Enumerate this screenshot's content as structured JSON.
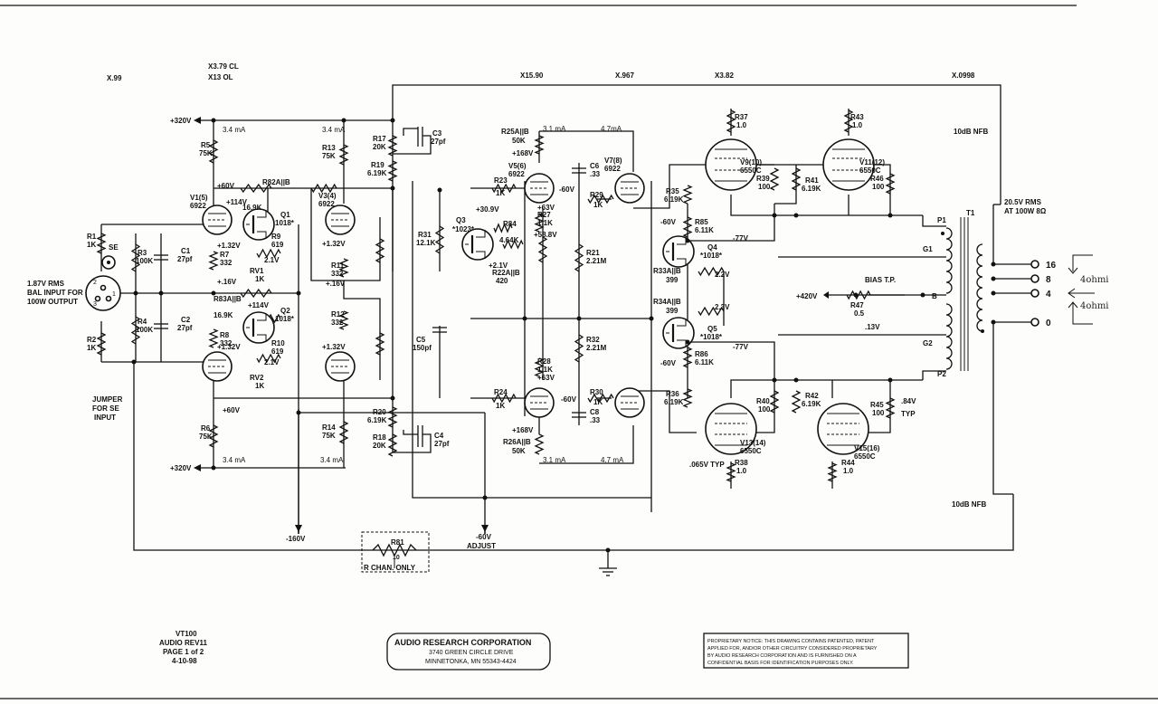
{
  "frame": {
    "multipliers": [
      "X.99",
      "X3.79 CL",
      "X13 OL",
      "X15.90",
      "X.967",
      "X3.82",
      "X.0998"
    ]
  },
  "rails": {
    "b320_top": "+320V",
    "b320_bot": "+320V",
    "ma_top_1": "3.4 mA",
    "ma_top_2": "3.4 mA",
    "ma_bot_1": "3.4 mA",
    "ma_bot_2": "3.4 mA",
    "neg160": "-160V",
    "neg60": "-60V",
    "adjust": "ADJUST",
    "b420": "+420V"
  },
  "input": {
    "note": [
      "1.87V RMS",
      "BAL INPUT FOR",
      "100W OUTPUT"
    ],
    "se": "SE",
    "jumper": [
      "JUMPER",
      "FOR SE",
      "INPUT"
    ],
    "pins": [
      "2",
      "1",
      "3"
    ]
  },
  "components": {
    "R1": [
      "R1",
      "1K"
    ],
    "R2": [
      "R2",
      "1K"
    ],
    "R3": [
      "R3",
      "100K"
    ],
    "R4": [
      "R4",
      "100K"
    ],
    "C1": [
      "C1",
      "27pf"
    ],
    "C2": [
      "C2",
      "27pf"
    ],
    "R5": [
      "R5",
      "75K"
    ],
    "R6": [
      "R6",
      "75K"
    ],
    "R7": [
      "R7",
      "332"
    ],
    "R8": [
      "R8",
      "332"
    ],
    "R9": [
      "R9",
      "619"
    ],
    "R10": [
      "R10",
      "619"
    ],
    "RV1": [
      "RV1",
      "1K"
    ],
    "RV2": [
      "RV2",
      "1K"
    ],
    "R82": "R82A||B",
    "R83": [
      "R83A||B",
      "16.9K"
    ],
    "R62": "16.9K",
    "V1": [
      "V1(5)",
      "6922"
    ],
    "V3": [
      "V3(4)",
      "6922"
    ],
    "Q1": [
      "Q1",
      "1018*"
    ],
    "Q2": [
      "Q2",
      "1018*"
    ],
    "R13": [
      "R13",
      "75K"
    ],
    "R14": [
      "R14",
      "75K"
    ],
    "R11": [
      "R11",
      "332"
    ],
    "R12": [
      "R12",
      "332"
    ],
    "R17": [
      "R17",
      "20K"
    ],
    "R19": [
      "R19",
      "6.19K"
    ],
    "R20": [
      "R20",
      "6.19K"
    ],
    "R18": [
      "R18",
      "20K"
    ],
    "C3": [
      "C3",
      "27pf"
    ],
    "C4": [
      "C4",
      "27pf"
    ],
    "R31": [
      "R31",
      "12.1K"
    ],
    "R21": [
      "R21",
      "2.21M"
    ],
    "R32": [
      "R32",
      "2.21M"
    ],
    "C5": [
      "C5",
      "150pf"
    ],
    "Q3": [
      "Q3",
      "*1023*"
    ],
    "R84": [
      "R84",
      "4.64K"
    ],
    "R22": [
      "R22A||B",
      "420"
    ],
    "R23": [
      "R23",
      "1K"
    ],
    "R24": [
      "R24",
      "1K"
    ],
    "R25": [
      "R25A||B",
      "50K"
    ],
    "R26": [
      "R26A||B",
      "50K"
    ],
    "R27": [
      "R27",
      "1.1K"
    ],
    "R28": [
      "R28",
      "1.1K"
    ],
    "V5": [
      "V5(6)",
      "6922"
    ],
    "V7": [
      "V7(8)",
      "6922"
    ],
    "R29": [
      "R29",
      "1K"
    ],
    "R30": [
      "R30",
      "1K"
    ],
    "C6": [
      "C6",
      ".33"
    ],
    "C8": [
      "C8",
      ".33"
    ],
    "R35": [
      "R35",
      "6.19K"
    ],
    "R36": [
      "R36",
      "6.19K"
    ],
    "R85": [
      "R85",
      "6.11K"
    ],
    "R86": [
      "R86",
      "6.11K"
    ],
    "R33": [
      "R33A||B",
      "399"
    ],
    "R34": [
      "R34A||B",
      "399"
    ],
    "Q4": [
      "Q4",
      "*1018*"
    ],
    "Q5": [
      "Q5",
      "*1018*"
    ],
    "R37": [
      "R37",
      "1.0"
    ],
    "R43": [
      "R43",
      "1.0"
    ],
    "R38": [
      "R38",
      "1.0"
    ],
    "R44": [
      "R44",
      "1.0"
    ],
    "R39": [
      "R39",
      "100"
    ],
    "R40": [
      "R40",
      "100"
    ],
    "R45": [
      "R45",
      "100"
    ],
    "R46": [
      "R46",
      "100"
    ],
    "R41": [
      "R41",
      "6.19K"
    ],
    "R42": [
      "R42",
      "6.19K"
    ],
    "V9": [
      "V9(10)",
      "6550C"
    ],
    "V11": [
      "V11(12)",
      "6550C"
    ],
    "V13": [
      "V13(14)",
      "6550C"
    ],
    "V15": [
      "V15(16)",
      "6550C"
    ],
    "R47": [
      "R47",
      "0.5"
    ],
    "R81": [
      "R81",
      "10"
    ],
    "T1": "T1"
  },
  "voltages": {
    "v_plus60_top": "+60V",
    "v_plus60_bot": "+60V",
    "v_114_top": "+114V",
    "v_114_bot": "+114V",
    "v_132_a": "+1.32V",
    "v_132_b": "+1.32V",
    "v_132_c": "+1.32V",
    "v_132_d": "+1.32V",
    "v_16_a": "+.16V",
    "v_16_b": "+.16V",
    "v_21_a": "2.1V",
    "v_21_b": "2.1V",
    "v_309": "+30.9V",
    "v_21q3": "+2.1V",
    "v_168_top": "+168V",
    "v_168_bot": "+168V",
    "v_63_top": "+63V",
    "v_63_bot": "+63V",
    "v_588": "+58.8V",
    "v_m60_a": "-60V",
    "v_m60_b": "-60V",
    "v_m60_c": "-60V",
    "v_m60_d": "-60V",
    "v_m77_a": "-77V",
    "v_m77_b": "-77V",
    "v_22": "2.2V",
    "v_23": "2.3V",
    "v_31ma_top": "3.1 mA",
    "v_31ma_bot": "3.1 mA",
    "v_47ma_top": "4.7mA",
    "v_47ma_bot": "4.7 mA",
    "v_13": ".13V",
    "v_065": ".065V TYP",
    "v_84": ".84V",
    "v_typ": "TYP"
  },
  "output": {
    "rms": "20.5V RMS",
    "at100w": "AT 100W 8Ω",
    "nfb_top": "10dB NFB",
    "nfb_bot": "10dB NFB",
    "bias": "BIAS T.P.",
    "p1": "P1",
    "p2": "P2",
    "g1": "G1",
    "g2": "G2",
    "b": "B",
    "taps": [
      "16",
      "8",
      "4",
      "0"
    ]
  },
  "handwritten": {
    "ohm_a": "4ohmi",
    "ohm_b": "4ohmi"
  },
  "rchan": "R CHAN. ONLY",
  "titleblock": {
    "model": "VT100",
    "rev": "AUDIO REV11",
    "page": "PAGE 1 of 2",
    "date": "4-10-98",
    "company": "AUDIO RESEARCH CORPORATION",
    "address1": "3740 GREEN CIRCLE DRIVE",
    "address2": "MINNETONKA, MN 55343-4424",
    "notice": [
      "PROPRIETARY NOTICE: THIS DRAWING CONTAINS PATENTED, PATENT",
      "APPLIED FOR, AND/OR OTHER CIRCUITRY CONSIDERED PROPRIETARY",
      "BY AUDIO RESEARCH CORPORATION AND IS FURNISHED ON A",
      "CONFIDENTIAL BASIS FOR IDENTIFICATION PURPOSES ONLY."
    ]
  }
}
